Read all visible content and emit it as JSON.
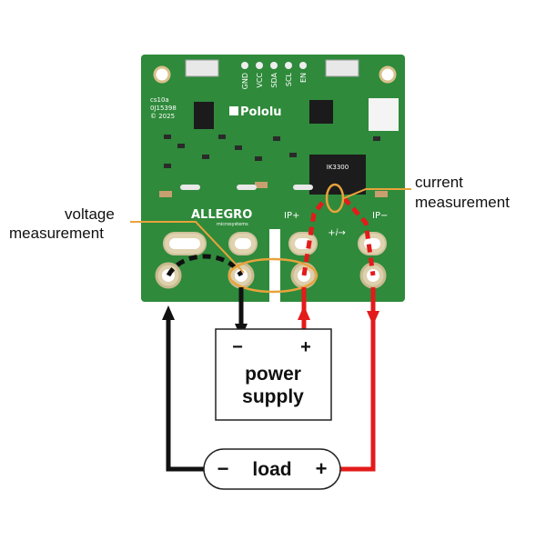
{
  "board": {
    "header_pins": [
      "GND",
      "VCC",
      "SDA",
      "SCL",
      "EN"
    ],
    "info_lines": [
      "cs10a",
      "0J15398",
      "© 2025"
    ],
    "brand": "Pololu",
    "maker": "ALLEGRO",
    "maker_sub": "microsystems",
    "chip_marking": "IK3300",
    "terminal_ip_plus": "IP+",
    "terminal_ip_minus": "IP−",
    "current_arrow": "+i→"
  },
  "annotations": {
    "voltage_line1": "voltage",
    "voltage_line2": "measurement",
    "current_line1": "current",
    "current_line2": "measurement"
  },
  "power_supply": {
    "minus": "−",
    "plus": "+",
    "line1": "power",
    "line2": "supply"
  },
  "load": {
    "minus": "−",
    "label": "load",
    "plus": "+"
  },
  "colors": {
    "board_green": "#2f8a3b",
    "positive_wire": "#e31b1b",
    "negative_wire": "#111111",
    "measurement_ring": "#e8a33c"
  }
}
